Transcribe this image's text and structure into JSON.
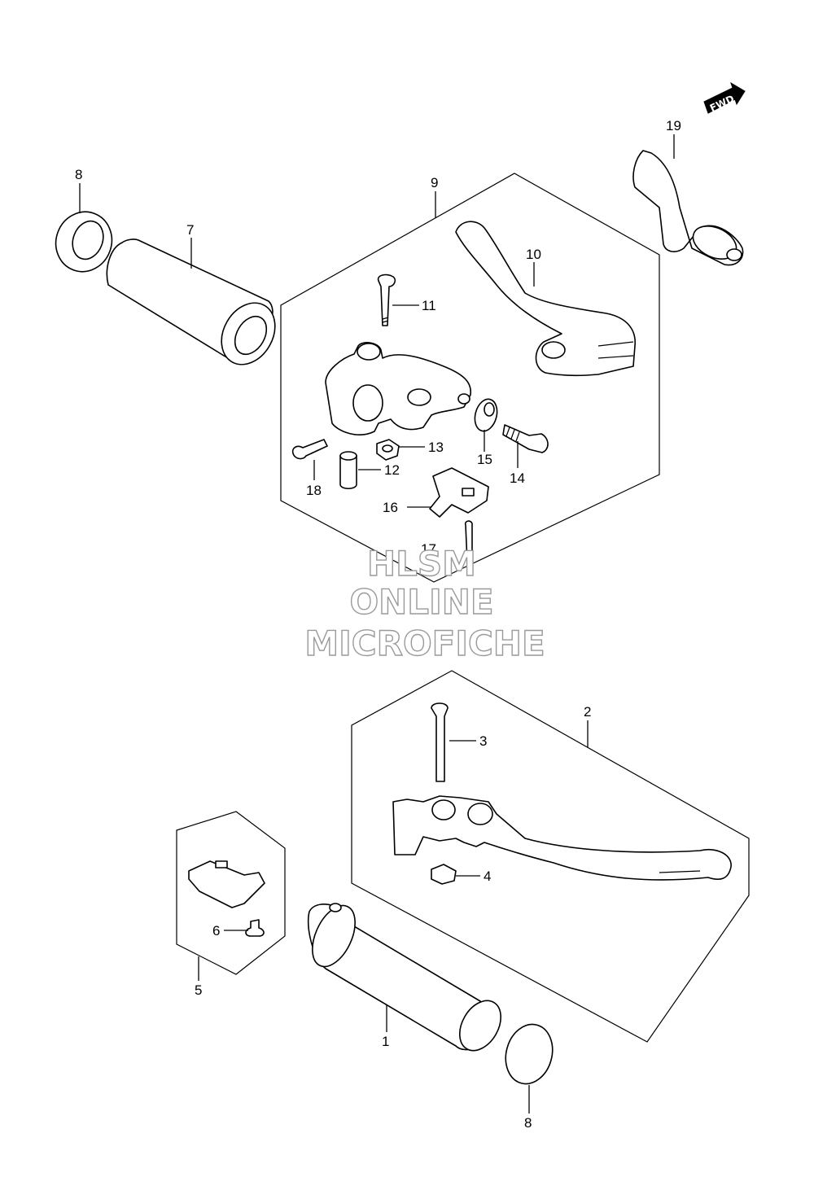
{
  "watermark": {
    "line1": "HLSM",
    "line2": "ONLINE",
    "line3": "MICROFICHE"
  },
  "direction_arrow": {
    "label": "FWD"
  },
  "callouts": {
    "c1": "1",
    "c2": "2",
    "c3": "3",
    "c4": "4",
    "c5": "5",
    "c6": "6",
    "c7": "7",
    "c8a": "8",
    "c8b": "8",
    "c9": "9",
    "c10": "10",
    "c11": "11",
    "c12": "12",
    "c13": "13",
    "c14": "14",
    "c15": "15",
    "c16": "16",
    "c17": "17",
    "c18": "18",
    "c19": "19"
  }
}
